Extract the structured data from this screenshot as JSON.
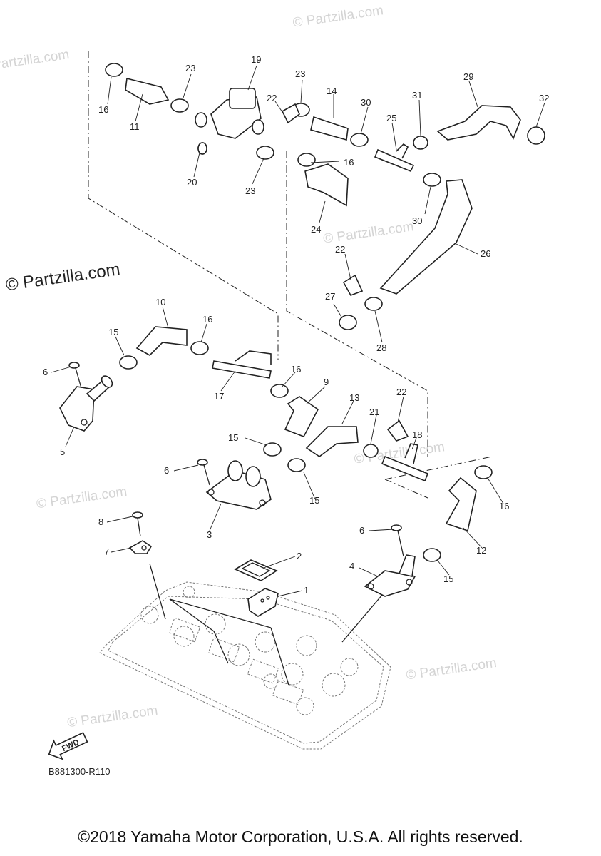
{
  "watermarks": {
    "small": "© Partzilla.com",
    "large": "© Partzilla.com"
  },
  "diagram": {
    "reference_code": "B881300-R110",
    "fwd_label": "FWD",
    "callouts": {
      "c1": "1",
      "c2": "2",
      "c3": "3",
      "c4": "4",
      "c5": "5",
      "c6a": "6",
      "c6b": "6",
      "c6c": "6",
      "c7": "7",
      "c8": "8",
      "c9": "9",
      "c10": "10",
      "c11": "11",
      "c12": "12",
      "c13": "13",
      "c14": "14",
      "c15a": "15",
      "c15b": "15",
      "c15c": "15",
      "c15d": "15",
      "c16a": "16",
      "c16b": "16",
      "c16c": "16",
      "c16d": "16",
      "c16e": "16",
      "c17": "17",
      "c18": "18",
      "c19": "19",
      "c20": "20",
      "c21": "21",
      "c22a": "22",
      "c22b": "22",
      "c22c": "22",
      "c23a": "23",
      "c23b": "23",
      "c23c": "23",
      "c24": "24",
      "c25": "25",
      "c26": "26",
      "c27": "27",
      "c28": "28",
      "c29": "29",
      "c30a": "30",
      "c30b": "30",
      "c31": "31",
      "c32": "32"
    }
  },
  "footer": {
    "copyright": "©2018 Yamaha Motor Corporation, U.S.A. All rights reserved."
  }
}
